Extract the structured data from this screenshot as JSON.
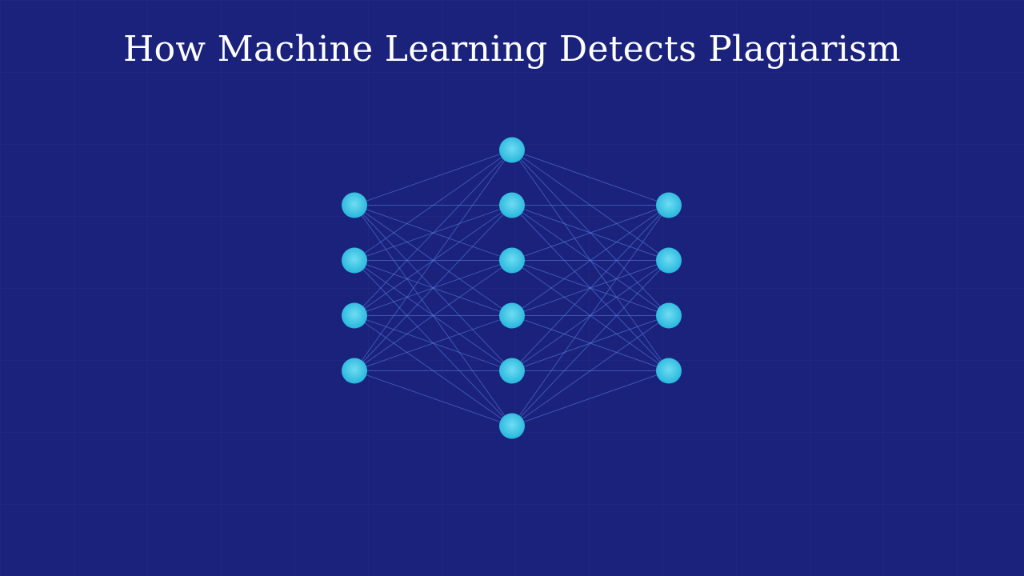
{
  "title": "How Machine Learning Detects Plagiarism",
  "network": {
    "layers": [
      4,
      6,
      4
    ],
    "fully_connected": true
  },
  "colors": {
    "background": "#1a227c",
    "node": "#2ec4e6",
    "node_highlight": "#7fe3f7",
    "edge": "#5b82e0"
  }
}
